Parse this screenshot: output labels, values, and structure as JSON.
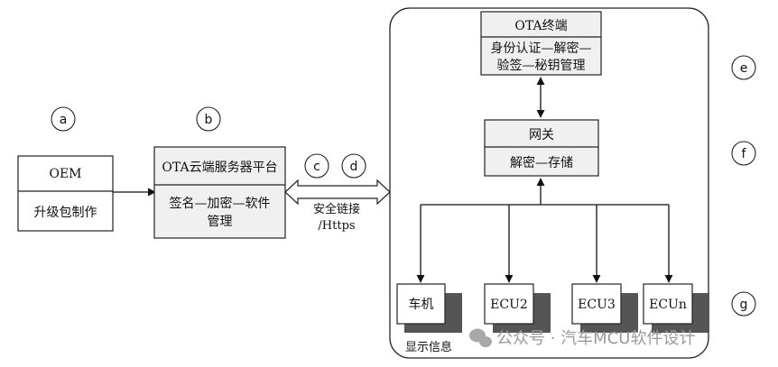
{
  "nodes": {
    "oem": {
      "title": "OEM",
      "body": "升级包制作"
    },
    "cloud": {
      "title": "OTA云端服务器平台",
      "body_line1": "签名—加密—软件",
      "body_line2": "管理"
    },
    "terminal": {
      "title": "OTA终端",
      "body_line1": "身份认证—解密—",
      "body_line2": "验签—秘钥管理"
    },
    "gateway": {
      "title": "网关",
      "body": "解密—存储"
    },
    "ecus": [
      {
        "label": "车机"
      },
      {
        "label": "ECU2"
      },
      {
        "label": "ECU3"
      },
      {
        "label": "ECUn"
      }
    ]
  },
  "link": {
    "line1": "安全链接",
    "line2": "/Https"
  },
  "display_info": "显示信息",
  "markers": [
    "a",
    "b",
    "c",
    "d",
    "e",
    "f",
    "g"
  ],
  "watermark": "公众号 · 汽车MCU软件设计",
  "colors": {
    "box_fill": "#f0f0f0",
    "stroke": "#222222",
    "shadow": "#555555"
  }
}
